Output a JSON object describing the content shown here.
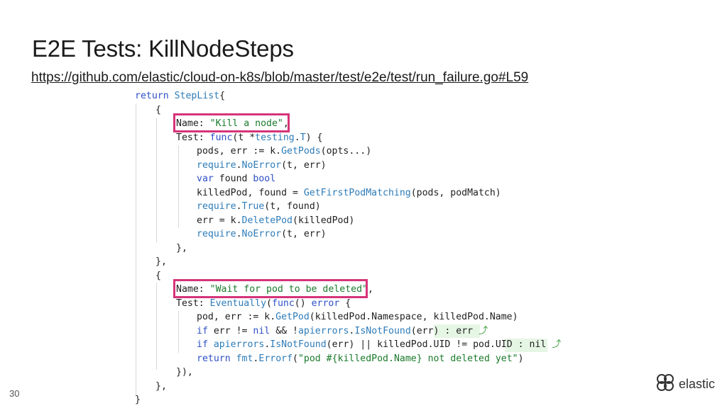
{
  "slide": {
    "title": "E2E Tests: KillNodeSteps",
    "link": "https://github.com/elastic/cloud-on-k8s/blob/master/test/e2e/test/run_failure.go#L59",
    "page_number": "30"
  },
  "brand": {
    "name": "elastic",
    "logo_icon": "elastic-logo-icon"
  },
  "code": {
    "highlight_color": "#d6337a",
    "lines": [
      [
        [
          "kw",
          "return"
        ],
        [
          "",
          ""
        ],
        [
          "fn",
          " StepList"
        ],
        [
          "",
          "{"
        ]
      ],
      [
        [
          "",
          "{"
        ]
      ],
      [
        [
          "",
          "Name: "
        ],
        [
          "str",
          "\"Kill a node\""
        ],
        [
          "",
          ","
        ]
      ],
      [
        [
          "",
          "Test: "
        ],
        [
          "kw",
          "func"
        ],
        [
          "",
          "(t *"
        ],
        [
          "fn",
          "testing"
        ],
        [
          "",
          "."
        ],
        [
          "fn",
          "T"
        ],
        [
          "",
          ") {"
        ]
      ],
      [
        [
          "",
          "pods, err := k."
        ],
        [
          "fn",
          "GetPods"
        ],
        [
          "",
          "(opts...)"
        ]
      ],
      [
        [
          "fn",
          "require"
        ],
        [
          "",
          "."
        ],
        [
          "fn",
          "NoError"
        ],
        [
          "",
          "(t, err)"
        ]
      ],
      [
        [
          "kw",
          "var"
        ],
        [
          "",
          ""
        ],
        [
          "",
          ""
        ],
        [
          "",
          ""
        ],
        [
          "",
          " found "
        ],
        [
          "kw",
          "bool"
        ]
      ],
      [
        [
          "",
          "killedPod, found = "
        ],
        [
          "fn",
          "GetFirstPodMatching"
        ],
        [
          "",
          "(pods, podMatch)"
        ]
      ],
      [
        [
          "fn",
          "require"
        ],
        [
          "",
          "."
        ],
        [
          "fn",
          "True"
        ],
        [
          "",
          "(t, found)"
        ]
      ],
      [
        [
          "",
          "err = k."
        ],
        [
          "fn",
          "DeletePod"
        ],
        [
          "",
          "(killedPod)"
        ]
      ],
      [
        [
          "fn",
          "require"
        ],
        [
          "",
          "."
        ],
        [
          "fn",
          "NoError"
        ],
        [
          "",
          "(t, err)"
        ]
      ],
      [
        [
          "",
          "},"
        ]
      ],
      [
        [
          "",
          "},"
        ]
      ],
      [
        [
          "",
          "{"
        ]
      ],
      [
        [
          "",
          "Name: "
        ],
        [
          "str",
          "\"Wait for pod to be deleted\""
        ],
        [
          "",
          ","
        ]
      ],
      [
        [
          "",
          "Test: "
        ],
        [
          "fn",
          "Eventually"
        ],
        [
          "",
          "("
        ],
        [
          "kw",
          "func"
        ],
        [
          "",
          "() "
        ],
        [
          "kw",
          "error"
        ],
        [
          "",
          " {"
        ]
      ],
      [
        [
          "",
          "pod, err := k."
        ],
        [
          "fn",
          "GetPod"
        ],
        [
          "",
          "(killedPod.Namespace, killedPod.Name)"
        ]
      ],
      [
        [
          "kw",
          "if"
        ],
        [
          "",
          " err != "
        ],
        [
          "kw",
          "nil"
        ],
        [
          "",
          " && !"
        ],
        [
          "fn",
          "apierrors"
        ],
        [
          "",
          "."
        ],
        [
          "fn",
          "IsNotFound"
        ],
        [
          "",
          "(err) "
        ],
        [
          "",
          ": err "
        ],
        [
          "arrow",
          "⤴"
        ]
      ],
      [
        [
          "kw",
          "if"
        ],
        [
          "",
          ""
        ],
        [
          "",
          " "
        ],
        [
          "fn",
          "apierrors"
        ],
        [
          "",
          "."
        ],
        [
          "fn",
          "IsNotFound"
        ],
        [
          "",
          "(err) || killedPod.UID != pod.UID "
        ],
        [
          "",
          ": nil "
        ],
        [
          "arrow",
          "⤴"
        ]
      ],
      [
        [
          "kw",
          "return"
        ],
        [
          "",
          " "
        ],
        [
          "fn",
          "fmt"
        ],
        [
          "",
          "."
        ],
        [
          "fn",
          "Errorf"
        ],
        [
          "",
          "("
        ],
        [
          "str",
          "\"pod #{killedPod.Name} not deleted yet\""
        ],
        [
          "",
          ")"
        ]
      ],
      [
        [
          "",
          "}),"
        ]
      ],
      [
        [
          "",
          "},"
        ]
      ],
      [
        [
          "",
          "}"
        ]
      ]
    ]
  }
}
